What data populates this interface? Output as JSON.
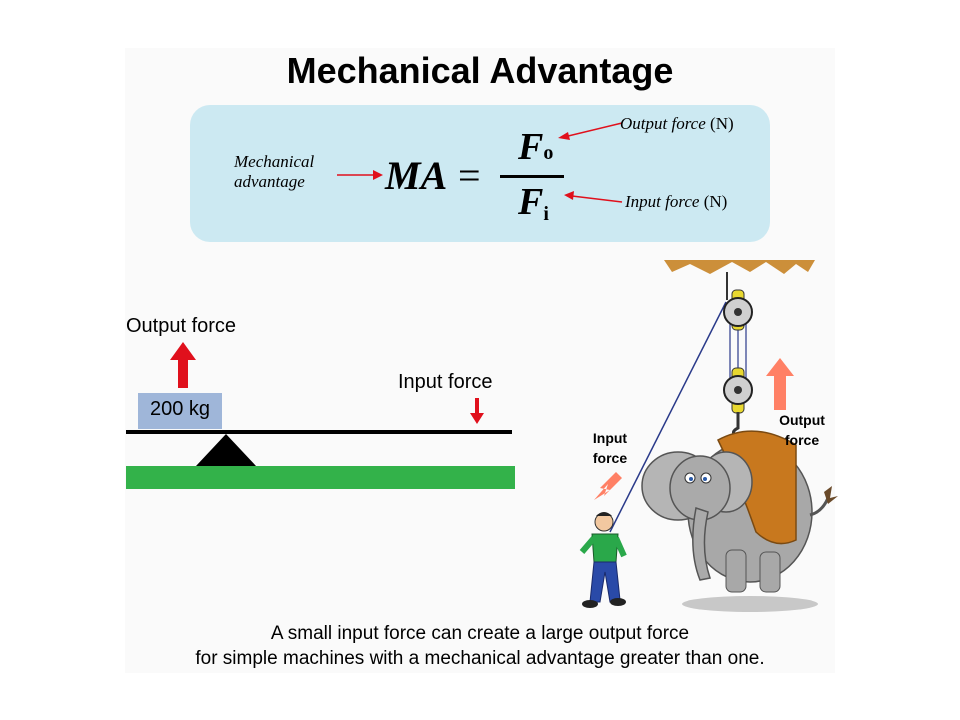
{
  "title": "Mechanical Advantage",
  "formula": {
    "ma_label_line1": "Mechanical",
    "ma_label_line2": "advantage",
    "lhs": "MA",
    "equals": "=",
    "numerator": "F",
    "numerator_sub": "o",
    "denominator": "F",
    "denominator_sub": "i",
    "output_label": "Output force",
    "output_unit": "(N)",
    "input_label": "Input force",
    "input_unit": "(N)"
  },
  "lever": {
    "output_force_label": "Output force",
    "input_force_label": "Input force",
    "load_label": "200 kg"
  },
  "pulley_scene": {
    "input_label_line1": "Input",
    "input_label_line2": "force",
    "output_label_line1": "Output",
    "output_label_line2": "force"
  },
  "caption": {
    "line1": "A small input force can create a large output force",
    "line2": "for simple machines with a mechanical advantage greater than one."
  },
  "colors": {
    "formula_bg": "#cce9f2",
    "arrow_red": "#e0101c",
    "ground_green": "#33b24a",
    "load_blue": "#9fb6d9"
  }
}
